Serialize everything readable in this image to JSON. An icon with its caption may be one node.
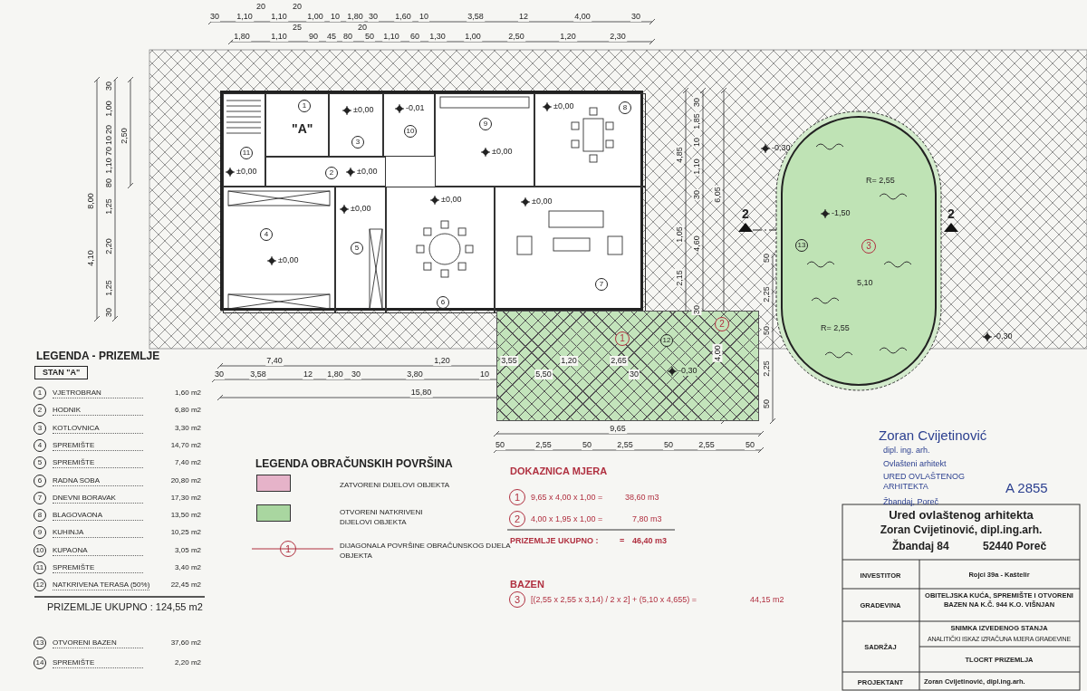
{
  "diagram": {
    "nodes": [
      {
        "text": [],
        "shape": "box"
      },
      {
        "text": [
          "1",
          "\"A\""
        ],
        "in": 0
      },
      {
        "text": [
          "2",
          "±0,00"
        ],
        "in": 0
      },
      {
        "text": [
          "±0,00",
          "3"
        ],
        "in": 0
      },
      {
        "text": [
          "4",
          "±0,00"
        ],
        "in": 0
      },
      {
        "text": [
          "±0,00",
          "5"
        ],
        "in": 0
      },
      {
        "text": [
          "±0,00",
          "6"
        ],
        "in": 0
      },
      {
        "text": [
          "±0,00",
          "7"
        ],
        "in": 0
      },
      {
        "text": [
          "±0,00",
          "8"
        ],
        "in": 0
      },
      {
        "text": [
          "9",
          "±0,00"
        ],
        "in": 0
      },
      {
        "text": [
          "-0,01",
          "10"
        ],
        "in": 0
      },
      {
        "text": [
          "11",
          "±0,00"
        ],
        "in": 0
      },
      {
        "text": [
          "2",
          "12",
          "1",
          "-0,30"
        ]
      },
      {
        "text": [
          "R= 2,55",
          "-1,50",
          "13",
          "3",
          "5,10",
          "R= 2,55"
        ]
      }
    ],
    "labels": [
      "30",
      "1,10",
      "20",
      "1,10",
      "20",
      "1,00",
      "10",
      "1,80",
      "30",
      "1,60",
      "10",
      "3,58",
      "12",
      "4,00",
      "30",
      "1,80",
      "1,10",
      "25",
      "90",
      "45",
      "80",
      "20",
      "50",
      "1,10",
      "60",
      "1,30",
      "1,00",
      "2,50",
      "1,20",
      "2,30",
      "30",
      "1,00",
      "2,50",
      "20",
      "10",
      "70",
      "1,10",
      "80",
      "8,00",
      "1,25",
      "4,10",
      "2,20",
      "1,25",
      "30",
      "7,40",
      "1,20",
      "3,55",
      "1,20",
      "2,65",
      "30",
      "3,58",
      "12",
      "1,80",
      "30",
      "3,80",
      "10",
      "5,50",
      "30",
      "15,80",
      "9,65",
      "50",
      "2,55",
      "50",
      "2,55",
      "50",
      "2,55",
      "50",
      "4,85",
      "1,05",
      "2,15",
      "30",
      "1,85",
      "10",
      "1,10",
      "30",
      "4,60",
      "30",
      "6,05",
      "4,00",
      "50",
      "2,25",
      "50",
      "2,25",
      "50",
      "-0,30",
      "-0,30",
      "2",
      "2",
      "LEGENDA - PRIZEMLJE",
      "STAN \"A\"",
      "1",
      "VJETROBRAN",
      "1,60 m2",
      "2",
      "HODNIK",
      "6,80 m2",
      "3",
      "KOTLOVNICA",
      "3,30 m2",
      "4",
      "SPREMIŠTE",
      "14,70 m2",
      "5",
      "SPREMIŠTE",
      "7,40 m2",
      "6",
      "RADNA SOBA",
      "20,80 m2",
      "7",
      "DNEVNI BORAVAK",
      "17,30 m2",
      "8",
      "BLAGOVAONA",
      "13,50 m2",
      "9",
      "KUHINJA",
      "10,25 m2",
      "10",
      "KUPAONA",
      "3,05 m2",
      "11",
      "SPREMIŠTE",
      "3,40 m2",
      "12",
      "NATKRIVENA TERASA (50%)",
      "22,45 m2",
      "PRIZEMLJE UKUPNO : 124,55 m2",
      "13",
      "OTVORENI BAZEN",
      "37,60 m2",
      "14",
      "SPREMIŠTE",
      "2,20 m2",
      "LEGENDA OBRAČUNSKIH POVRŠINA",
      "1",
      "DOKAZNICA MJERA",
      "1",
      "9,65 x 4,00 x 1,00 =",
      "38,60 m3",
      "2",
      "4,00 x 1,95 x 1,00 =",
      "7,80 m3",
      "PRIZEMLJE UKUPNO :",
      "=",
      "46,40 m3",
      "BAZEN",
      "3",
      "[(2,55 x 2,55 x 3,14) / 2 x 2] + (5,10 x 4,655) =",
      "44,15 m2",
      "Zoran Cvijetinović",
      "dipl. ing. arh.",
      "Ovlašteni arhitekt",
      "URED OVLAŠTENOG ARHITEKTA",
      "Žbandaj, Poreč",
      "A 2855",
      "Ured ovlaštenog arhitekta",
      "Zoran Cvijetinović, dipl.ing.arh.",
      "Žbandaj 84",
      "52440 Poreč",
      "INVESTITOR",
      "Rojci 39a - Kaštelir",
      "GRADEVINA",
      "OBITELJSKA KUĆA, SPREMIŠTE I OTVORENI BAZEN NA K.Č. 944 K.O. VIŠNJAN",
      "SADRŽAJ",
      "SNIMKA IZVEDENOG STANJA",
      "ANALITIČKI ISKAZ IZRAČUNA MJERA GRAĐEVINE",
      "TLOCRT PRIZEMLJA",
      "PROJEKTANT",
      "Zoran Cvijetinović, dipl.ing.arh."
    ],
    "legend": [
      {
        "text": "ZATVORENI DIJELOVI OBJEKTA",
        "color": "#e6b3c9"
      },
      {
        "text": "OTVORENI NATKRIVENI DIJELOVI OBJEKTA",
        "color": "#a9d6a0"
      },
      {
        "text": "DIJAGONALA POVRŠINE OBRAČUNSKOG DIJELA OBJEKTA"
      }
    ]
  }
}
